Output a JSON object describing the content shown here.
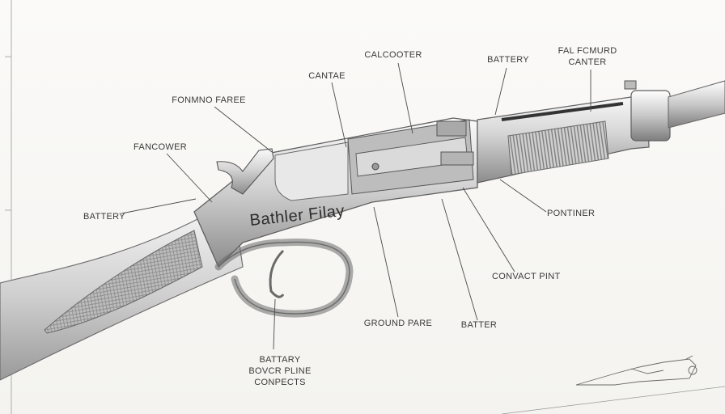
{
  "engraving": "Bathler Filay",
  "labels": {
    "calcooter": "CALCOOTER",
    "battery_top": "BATTERY",
    "fal_fcmurd_line1": "FAL FCMURD",
    "fal_fcmurd_line2": "CANTER",
    "cantae": "CANTAE",
    "fonmno_farre": "FONMNO FAREE",
    "fancower": "FANCOWER",
    "battery_left": "BATTERY",
    "pontiner": "PONTINER",
    "convact_pint": "CONVACT PINT",
    "ground_pare": "GROUND PARE",
    "batter": "BATTER",
    "bottom_line1": "BATTARY",
    "bottom_line2": "BOVCR PLINE",
    "bottom_line3": "CONPECTS"
  },
  "colors": {
    "ink": "#3a3a3a",
    "metal_light": "#e9e9e9",
    "metal_dark": "#8a8a8a",
    "paper": "#f7f6f3"
  }
}
